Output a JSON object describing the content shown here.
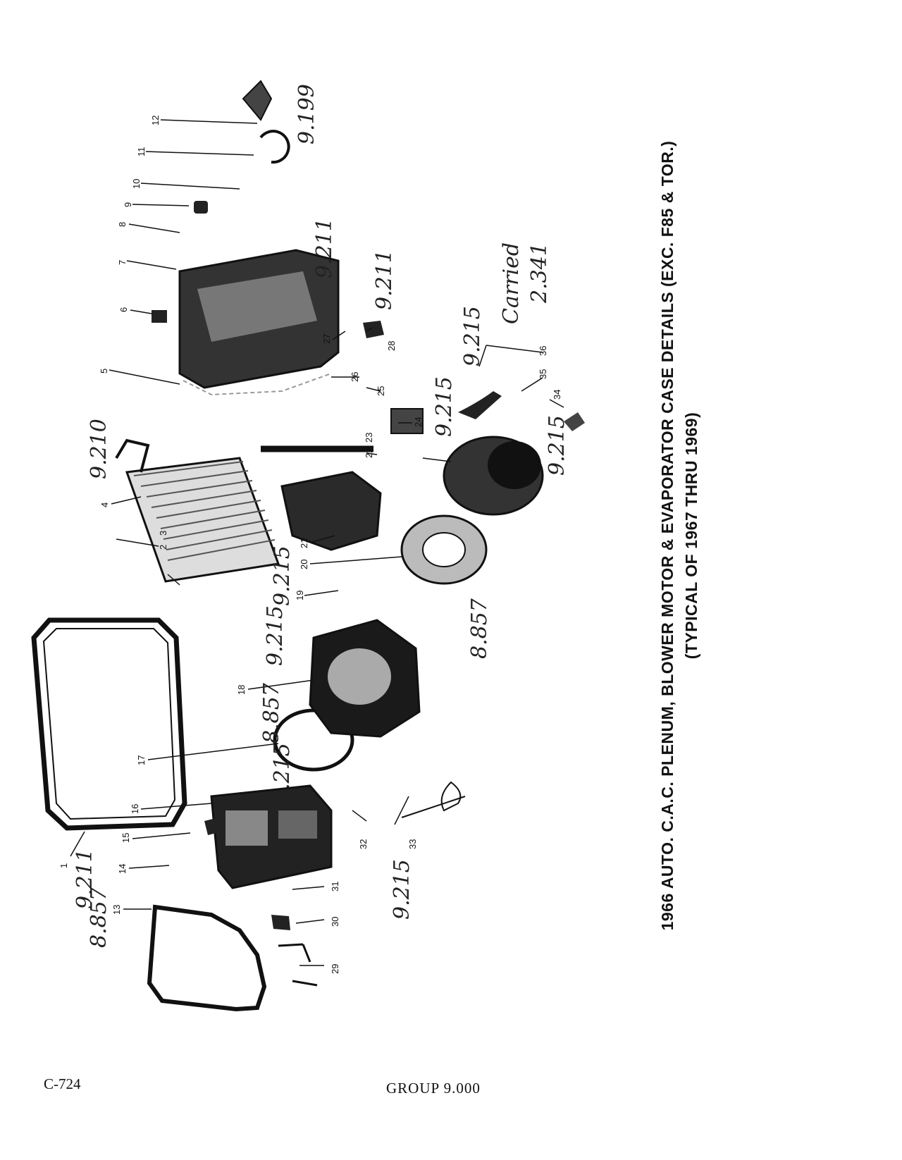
{
  "caption": {
    "line1": "1966 AUTO. C.A.C. PLENUM, BLOWER MOTOR & EVAPORATOR CASE DETAILS (EXC. F85 & TOR.)",
    "line2": "(TYPICAL OF 1967 THRU 1969)"
  },
  "footer": {
    "page_code": "C-724",
    "group": "GROUP 9.000"
  },
  "callouts": [
    "1",
    "2",
    "3",
    "4",
    "5",
    "6",
    "7",
    "8",
    "9",
    "10",
    "11",
    "12",
    "13",
    "14",
    "15",
    "16",
    "17",
    "18",
    "19",
    "20",
    "21",
    "22",
    "23",
    "24",
    "25",
    "26",
    "27",
    "28",
    "29",
    "30",
    "31",
    "32",
    "33",
    "34",
    "35",
    "36"
  ],
  "handwritten_notes": [
    "9.199",
    "9.211",
    "9.211",
    "9.210",
    "9.215",
    "9.215",
    "9.215",
    "9.215",
    "9.215",
    "8.857",
    "8.857",
    "8.857",
    "9.211",
    "9.215",
    "9.215",
    "2.341",
    "Carried"
  ]
}
